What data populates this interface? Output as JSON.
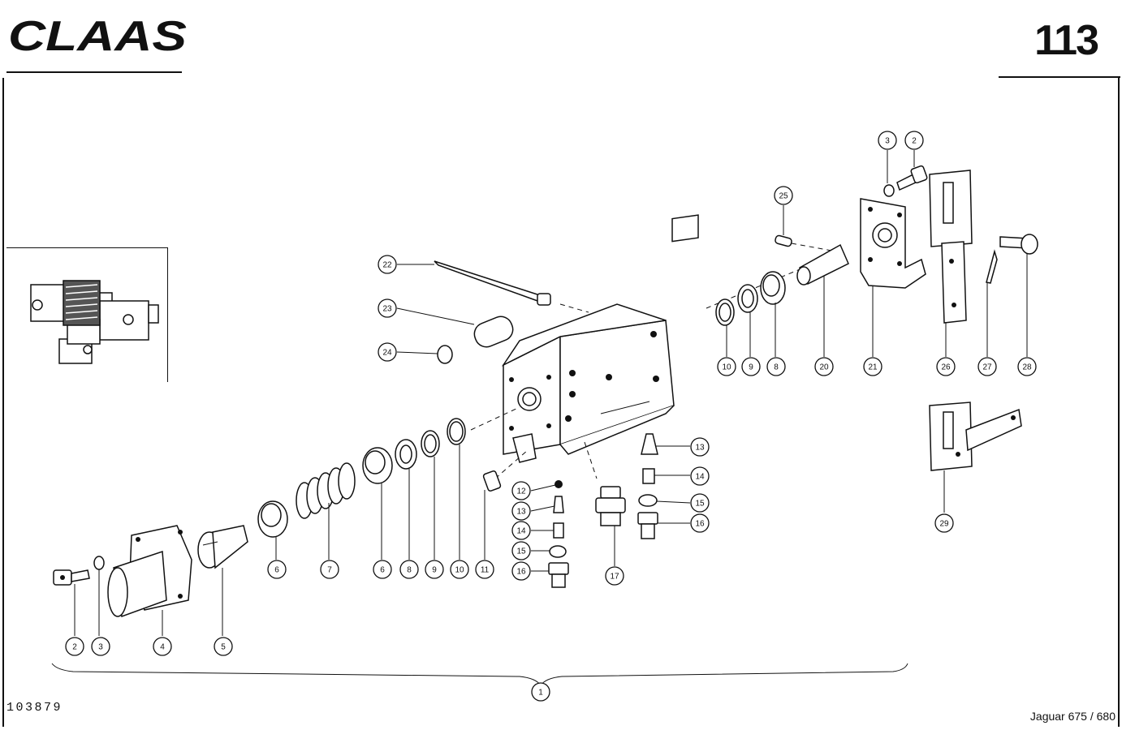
{
  "header": {
    "brand_logo": "CLAAS",
    "page_number": "113"
  },
  "footer": {
    "drawing_number": "103879",
    "model": "Jaguar 675 / 680"
  },
  "callouts": [
    {
      "label": "1"
    },
    {
      "label": "2"
    },
    {
      "label": "3"
    },
    {
      "label": "4"
    },
    {
      "label": "5"
    },
    {
      "label": "6"
    },
    {
      "label": "7"
    },
    {
      "label": "6"
    },
    {
      "label": "8"
    },
    {
      "label": "9"
    },
    {
      "label": "10"
    },
    {
      "label": "11"
    },
    {
      "label": "12"
    },
    {
      "label": "13"
    },
    {
      "label": "14"
    },
    {
      "label": "15"
    },
    {
      "label": "16"
    },
    {
      "label": "17"
    },
    {
      "label": "13"
    },
    {
      "label": "14"
    },
    {
      "label": "15"
    },
    {
      "label": "16"
    },
    {
      "label": "22"
    },
    {
      "label": "23"
    },
    {
      "label": "24"
    },
    {
      "label": "10"
    },
    {
      "label": "9"
    },
    {
      "label": "8"
    },
    {
      "label": "20"
    },
    {
      "label": "21"
    },
    {
      "label": "26"
    },
    {
      "label": "27"
    },
    {
      "label": "28"
    },
    {
      "label": "25"
    },
    {
      "label": "3"
    },
    {
      "label": "2"
    },
    {
      "label": "29"
    }
  ]
}
